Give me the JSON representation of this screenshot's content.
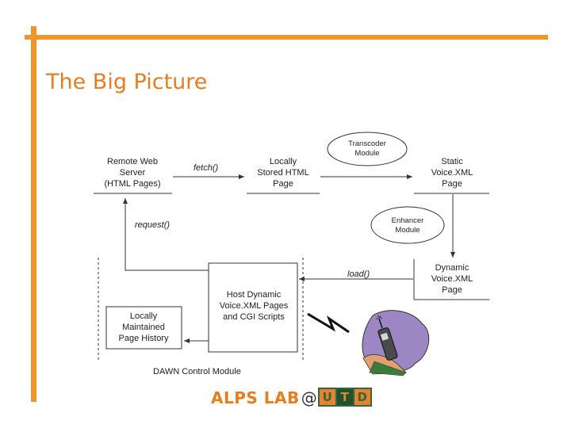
{
  "slide": {
    "title": "The Big Picture",
    "accent_color": "#f0952b",
    "title_color": "#e87d1e"
  },
  "diagram": {
    "nodes": {
      "remote_web_server": [
        "Remote Web",
        "Server",
        "(HTML Pages)"
      ],
      "locally_stored_html": [
        "Locally",
        "Stored HTML",
        "Page"
      ],
      "transcoder_module": [
        "Transcoder",
        "Module"
      ],
      "static_voicexml": [
        "Static",
        "Voice.XML",
        "Page"
      ],
      "enhancer_module": [
        "Enhancer",
        "Module"
      ],
      "dynamic_voicexml": [
        "Dynamic",
        "Voice.XML",
        "Page"
      ],
      "host_dynamic": [
        "Host Dynamic",
        "Voice.XML Pages",
        "and CGI Scripts"
      ],
      "page_history": [
        "Locally",
        "Maintained",
        "Page History"
      ]
    },
    "edges": {
      "fetch": "fetch()",
      "request": "request()",
      "load": "load()"
    },
    "container_label": "DAWN Control Module"
  },
  "footer": {
    "lab_text": "ALPS LAB",
    "at_sign": "@",
    "logo_letters": [
      "U",
      "T",
      "D"
    ]
  }
}
